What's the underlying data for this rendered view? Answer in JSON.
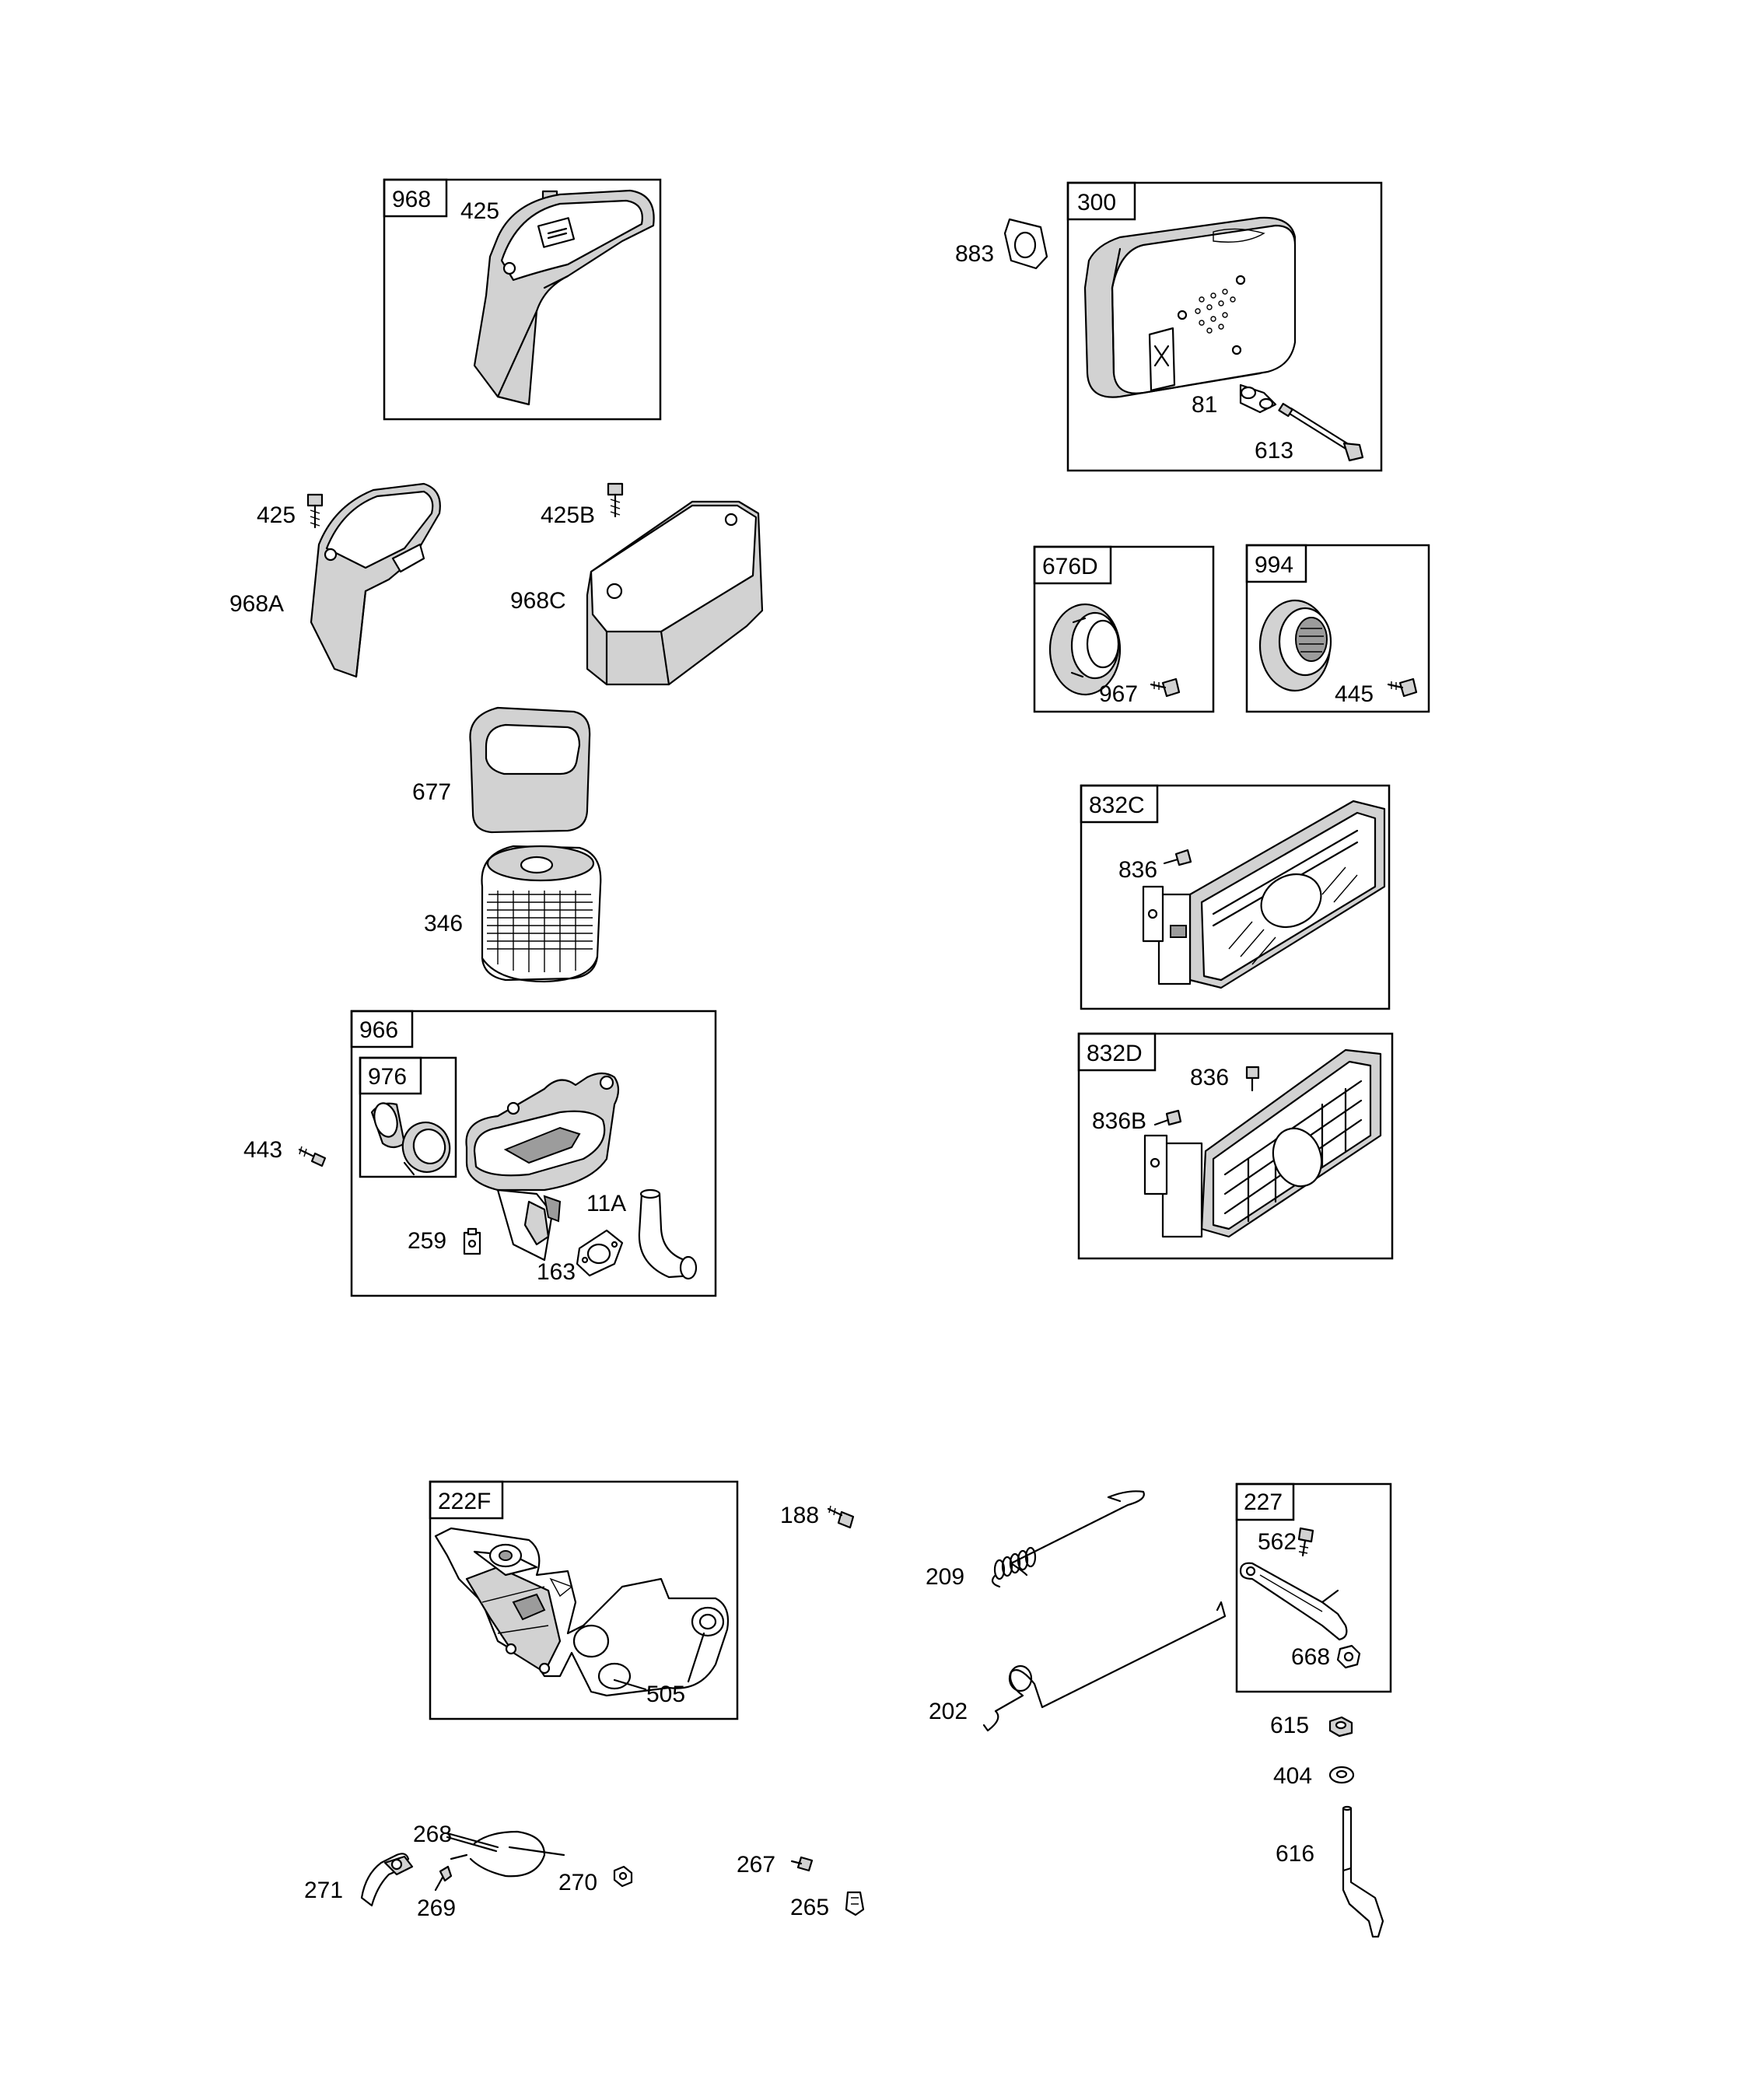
{
  "group_boxes": [
    {
      "id": "g968",
      "label": "968"
    },
    {
      "id": "g300",
      "label": "300"
    },
    {
      "id": "g676D",
      "label": "676D"
    },
    {
      "id": "g994",
      "label": "994"
    },
    {
      "id": "g832C",
      "label": "832C"
    },
    {
      "id": "g832D",
      "label": "832D"
    },
    {
      "id": "g966",
      "label": "966"
    },
    {
      "id": "g976",
      "label": "976"
    },
    {
      "id": "g222F",
      "label": "222F"
    },
    {
      "id": "g227",
      "label": "227"
    }
  ],
  "callouts": [
    {
      "id": "c425a",
      "text": "425"
    },
    {
      "id": "c883",
      "text": "883"
    },
    {
      "id": "c81",
      "text": "81"
    },
    {
      "id": "c613",
      "text": "613"
    },
    {
      "id": "c425b",
      "text": "425"
    },
    {
      "id": "c968A",
      "text": "968A"
    },
    {
      "id": "c425B",
      "text": "425B"
    },
    {
      "id": "c968C",
      "text": "968C"
    },
    {
      "id": "c677",
      "text": "677"
    },
    {
      "id": "c346",
      "text": "346"
    },
    {
      "id": "c967",
      "text": "967"
    },
    {
      "id": "c445",
      "text": "445"
    },
    {
      "id": "c836a",
      "text": "836"
    },
    {
      "id": "c836b",
      "text": "836"
    },
    {
      "id": "c836B",
      "text": "836B"
    },
    {
      "id": "c443",
      "text": "443"
    },
    {
      "id": "c11A",
      "text": "11A"
    },
    {
      "id": "c259",
      "text": "259"
    },
    {
      "id": "c163",
      "text": "163"
    },
    {
      "id": "c188",
      "text": "188"
    },
    {
      "id": "c209",
      "text": "209"
    },
    {
      "id": "c562",
      "text": "562"
    },
    {
      "id": "c505",
      "text": "505"
    },
    {
      "id": "c668",
      "text": "668"
    },
    {
      "id": "c202",
      "text": "202"
    },
    {
      "id": "c615",
      "text": "615"
    },
    {
      "id": "c404",
      "text": "404"
    },
    {
      "id": "c616",
      "text": "616"
    },
    {
      "id": "c268",
      "text": "268"
    },
    {
      "id": "c271",
      "text": "271"
    },
    {
      "id": "c269",
      "text": "269"
    },
    {
      "id": "c270",
      "text": "270"
    },
    {
      "id": "c267",
      "text": "267"
    },
    {
      "id": "c265",
      "text": "265"
    }
  ]
}
